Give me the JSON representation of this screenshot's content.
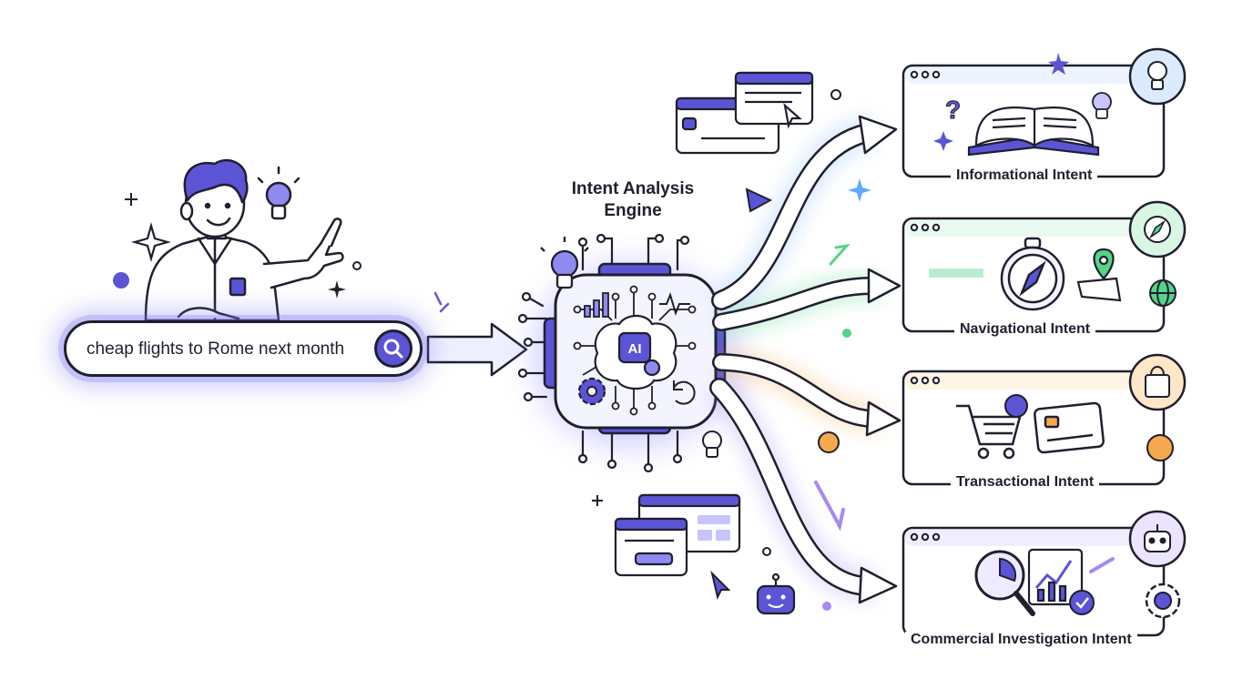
{
  "search": {
    "query": "cheap flights to Rome next month"
  },
  "engine": {
    "title": "Intent Analysis Engine",
    "chip_label": "AI"
  },
  "intents": [
    {
      "label": "Informational Intent",
      "color": "#60a8ff"
    },
    {
      "label": "Navigational Intent",
      "color": "#55d48a"
    },
    {
      "label": "Transactional Intent",
      "color": "#f5a84e"
    },
    {
      "label": "Commercial Investigation Intent",
      "color": "#a688f5"
    }
  ],
  "colors": {
    "accent": "#5b55d6",
    "ink": "#1f1f2e",
    "accent_light": "#8f8af0"
  },
  "icons": [
    "person-icon",
    "lightbulb-icon",
    "search-icon",
    "arrow-right-icon",
    "gear-icon",
    "brain-icon",
    "book-icon",
    "compass-icon",
    "map-pin-icon",
    "globe-icon",
    "shopping-cart-icon",
    "credit-card-icon",
    "shopping-bag-icon",
    "coin-icon",
    "magnifier-chart-icon",
    "robot-icon",
    "cursor-icon",
    "browser-window-icon"
  ]
}
